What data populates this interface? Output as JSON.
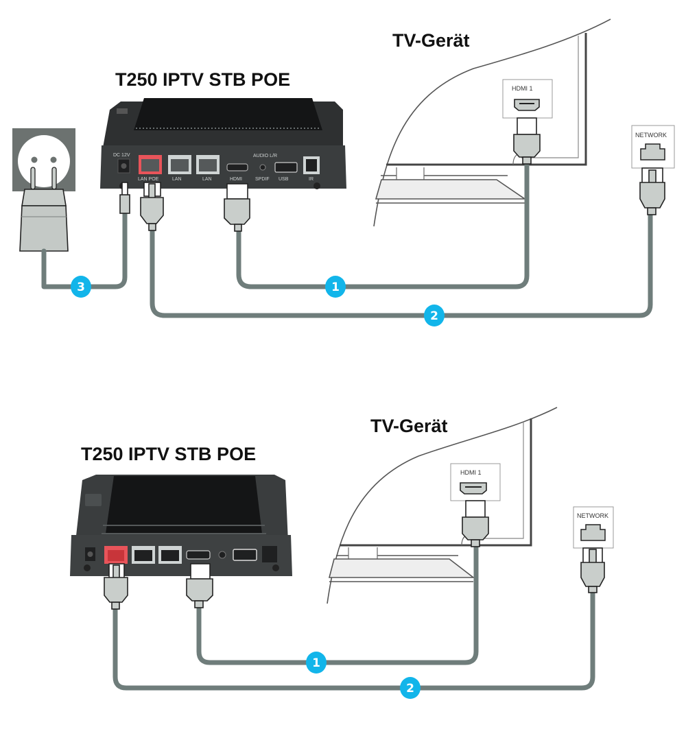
{
  "colors": {
    "badge": "#12b5ea",
    "cable": "#6f7d7b",
    "lan_poe_port": "#e8545a",
    "device_body": "#3a3d3e",
    "device_top": "#1b1c1d"
  },
  "diagrams": [
    {
      "device_title": "T250 IPTV STB POE",
      "tv_title": "TV-Gerät",
      "tv_port_label": "HDMI 1",
      "wall_port_label": "NETWORK",
      "device_ports": [
        "DC 12V",
        "LAN POE",
        "LAN",
        "LAN",
        "HDMI",
        "AUDIO L/R",
        "SPDIF",
        "USB",
        "IR"
      ],
      "cables": [
        {
          "number": "1",
          "connects": "HDMI"
        },
        {
          "number": "2",
          "connects": "LAN POE"
        },
        {
          "number": "3",
          "connects": "DC 12V"
        }
      ]
    },
    {
      "device_title": "T250 IPTV STB POE",
      "tv_title": "TV-Gerät",
      "tv_port_label": "HDMI 1",
      "wall_port_label": "NETWORK",
      "cables": [
        {
          "number": "1",
          "connects": "HDMI"
        },
        {
          "number": "2",
          "connects": "LAN POE"
        }
      ]
    }
  ]
}
